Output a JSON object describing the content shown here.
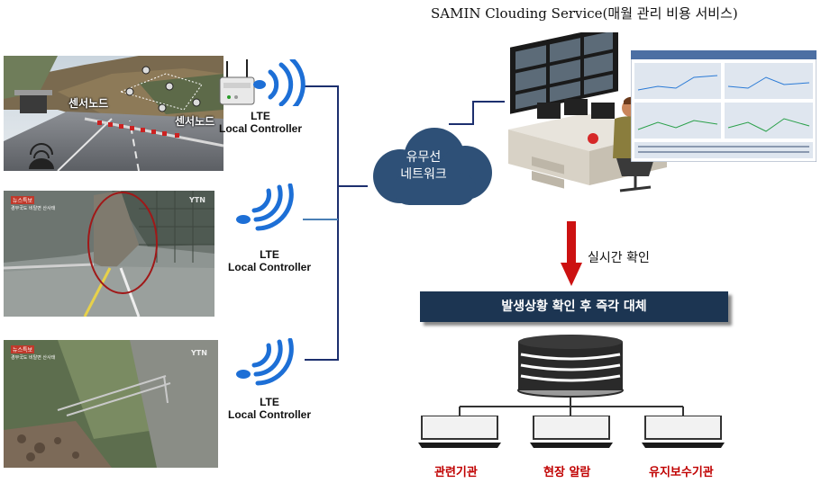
{
  "service_title": "SAMIN Clouding  Service(매월 관리 비용 서비스)",
  "lte_controllers": [
    {
      "line1": "LTE",
      "line2": "Local Controller"
    },
    {
      "line1": "LTE",
      "line2": "Local Controller"
    },
    {
      "line1": "LTE",
      "line2": "Local Controller"
    }
  ],
  "photo1": {
    "node_labels": [
      "센서노드",
      "센서노드"
    ]
  },
  "photo2": {
    "tag": "뉴스특보",
    "sub": "경부국도 비탈면 산사태",
    "broadcaster": "YTN"
  },
  "photo3": {
    "tag": "뉴스특보",
    "sub": "경부국도 비탈면 산사태",
    "broadcaster": "YTN"
  },
  "cloud": {
    "line1": "유무선",
    "line2": "네트워크"
  },
  "realtime_label": "실시간 확인",
  "banner": "발생상황 확인 후 즉각 대체",
  "organizations": [
    "관련기관",
    "현장 알람",
    "유지보수기관"
  ],
  "colors": {
    "banner": "#1c3552",
    "cloud": "#2e5077",
    "arrow": "#cc1111",
    "org_text": "#c00000",
    "wire": "#1c2f6e",
    "signal": "#1d6fd6"
  }
}
